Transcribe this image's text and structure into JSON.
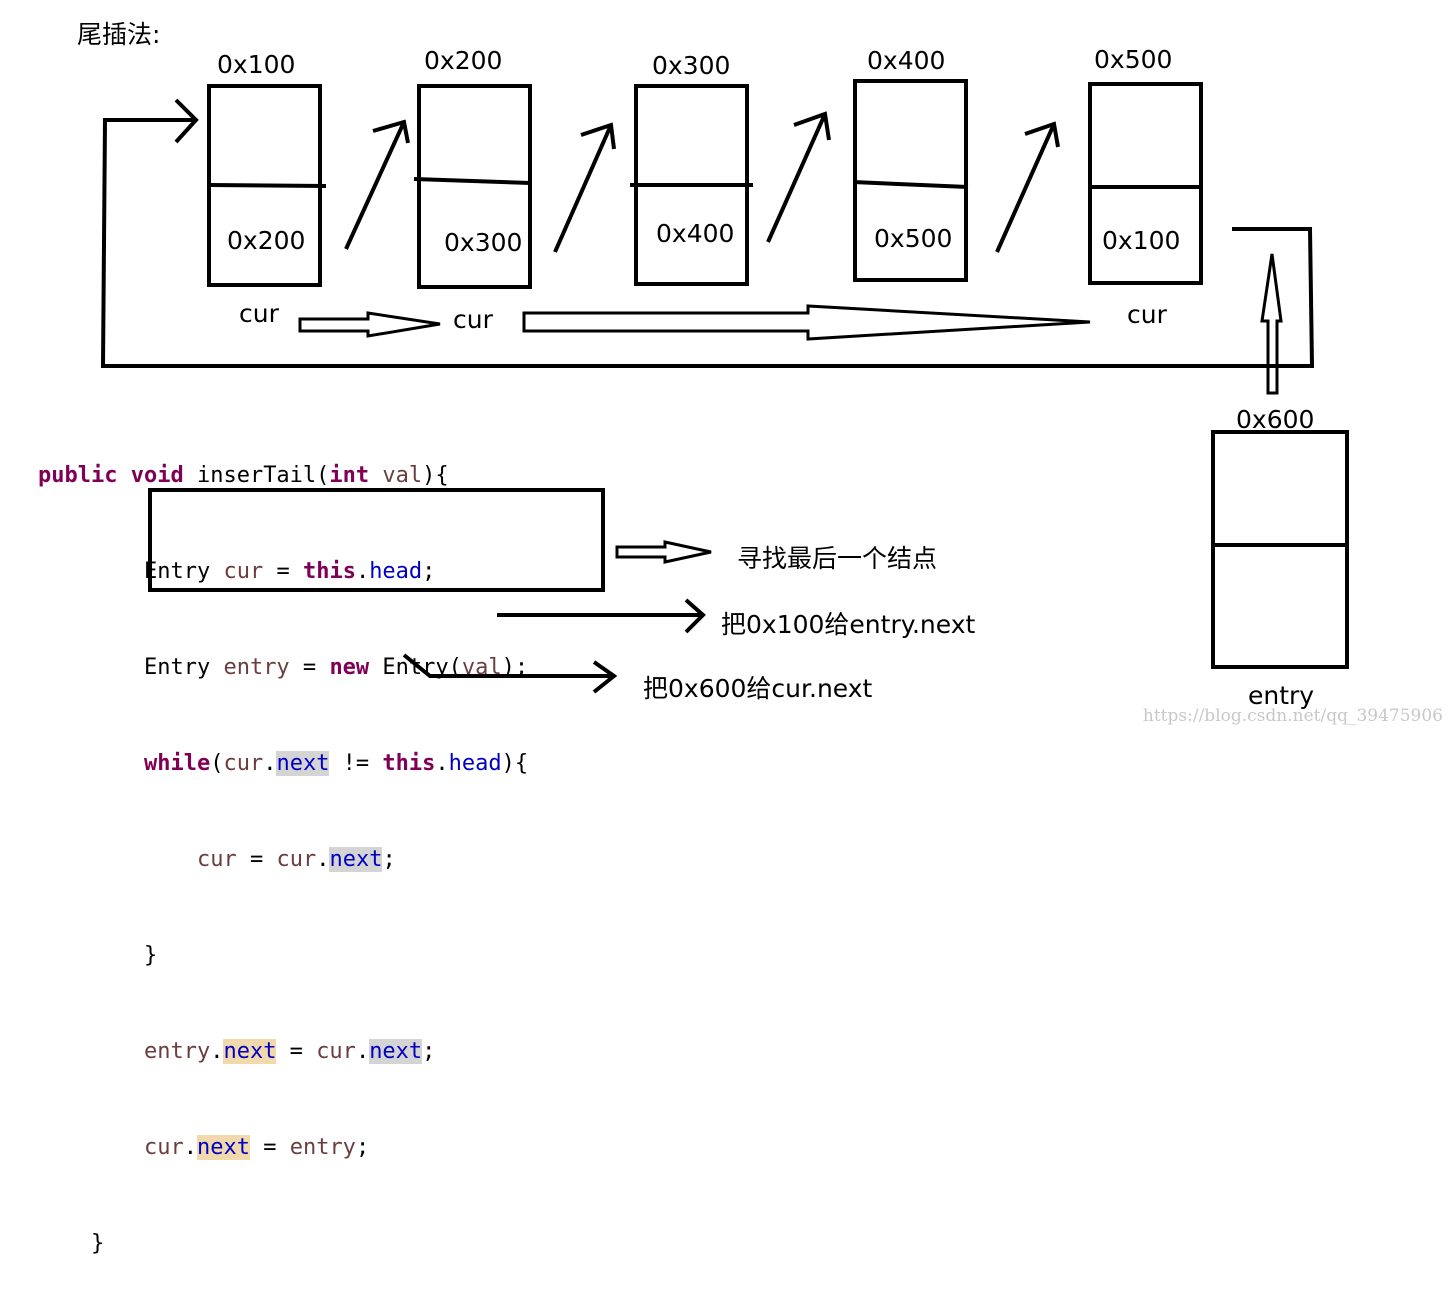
{
  "title": "尾插法:",
  "nodes": [
    {
      "addr": "0x100",
      "next": "0x200",
      "cur": "cur"
    },
    {
      "addr": "0x200",
      "next": "0x300",
      "cur": "cur"
    },
    {
      "addr": "0x300",
      "next": "0x400",
      "cur": ""
    },
    {
      "addr": "0x400",
      "next": "0x500",
      "cur": ""
    },
    {
      "addr": "0x500",
      "next": "0x100",
      "cur": "cur"
    }
  ],
  "new_node": {
    "addr": "0x600",
    "label": "entry"
  },
  "code": {
    "signature": {
      "kw1": "public",
      "kw2": "void",
      "name": " inserTail(",
      "kw3": "int",
      "param": " val",
      "end": "){"
    },
    "line2": {
      "t1": "Entry ",
      "v1": "cur",
      "t2": " = ",
      "kw": "this",
      "t3": ".",
      "f": "head",
      "t4": ";"
    },
    "line3": {
      "t1": "Entry ",
      "v1": "entry",
      "t2": " = ",
      "kw": "new",
      "t3": " Entry(",
      "v2": "val",
      "t4": ");"
    },
    "line4": {
      "kw": "while",
      "t1": "(",
      "v1": "cur",
      "t2": ".",
      "f": "next",
      "t3": " != ",
      "kw2": "this",
      "t4": ".",
      "f2": "head",
      "t5": "){"
    },
    "line5": {
      "v1": "cur",
      "t1": " = ",
      "v2": "cur",
      "t2": ".",
      "f": "next",
      "t3": ";"
    },
    "line6": {
      "t1": "}"
    },
    "line7": {
      "v1": "entry",
      "t1": ".",
      "f": "next",
      "t2": " = ",
      "v2": "cur",
      "t3": ".",
      "f2": "next",
      "t4": ";"
    },
    "line8": {
      "v1": "cur",
      "t1": ".",
      "f": "next",
      "t2": " = ",
      "v2": "entry",
      "t3": ";"
    },
    "line9": {
      "t1": "}"
    }
  },
  "notes": {
    "find_last": "寻找最后一个结点",
    "set_entry_next": "把0x100给entry.next",
    "set_cur_next": "把0x600给cur.next"
  },
  "watermark": "https://blog.csdn.net/qq_39475906"
}
